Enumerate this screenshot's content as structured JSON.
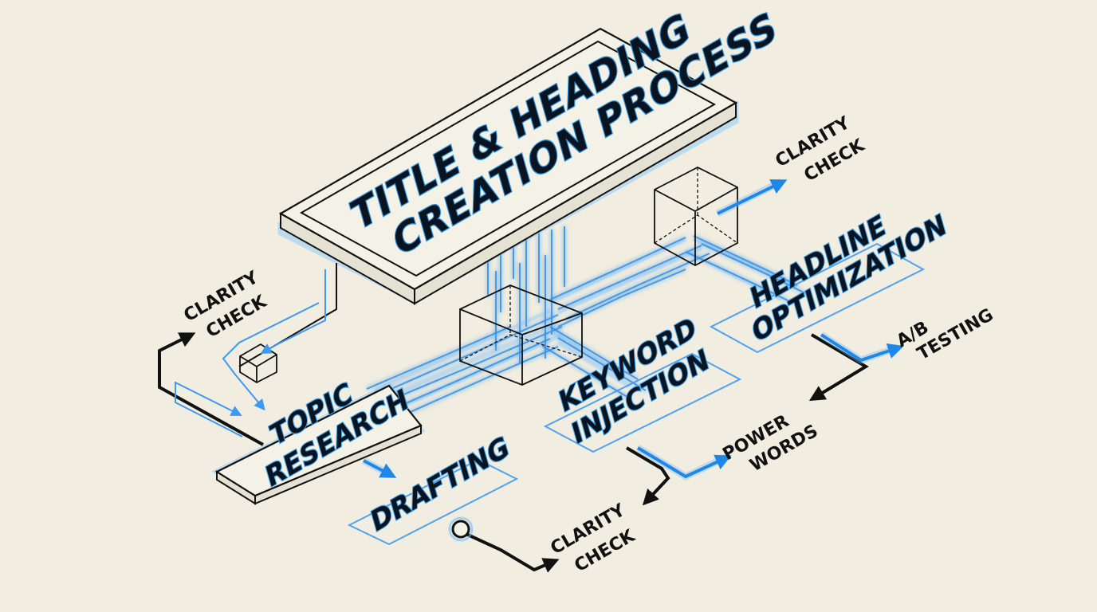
{
  "title": {
    "line1": "TITLE & HEADING",
    "line2": "CREATION PROCESS"
  },
  "stages": {
    "topic_research": [
      "TOPIC",
      "RESEARCH"
    ],
    "drafting": [
      "DRAFTING"
    ],
    "keyword_injection": [
      "KEYWORD",
      "INJECTION"
    ],
    "headline_optimization": [
      "HEADLINE",
      "OPTIMIZATION"
    ]
  },
  "notes": {
    "clarity_check_left": [
      "CLARITY",
      "CHECK"
    ],
    "clarity_check_top": [
      "CLARITY",
      "CHECK"
    ],
    "clarity_check_bottom": [
      "CLARITY",
      "CHECK"
    ],
    "power_words": [
      "POWER",
      "WORDS"
    ],
    "ab_testing": [
      "A/B",
      "TESTING"
    ]
  },
  "colors": {
    "background": "#f1ede0",
    "accent_blue": "#1f87e8",
    "ink": "#111111"
  }
}
